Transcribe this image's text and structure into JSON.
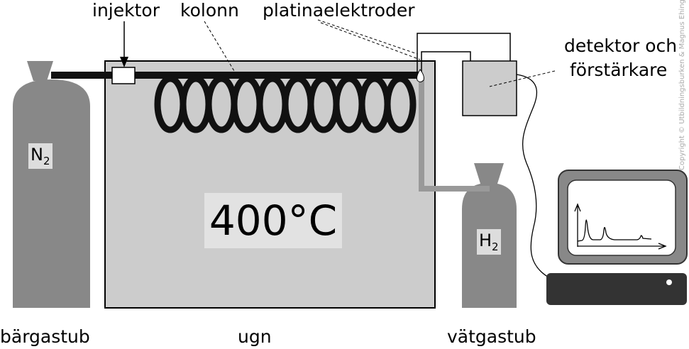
{
  "labels": {
    "injector": "injektor",
    "column": "kolonn",
    "electrodes": "platinaelektroder",
    "detector_line1": "detektor och",
    "detector_line2": "förstärkare",
    "carrier_gas_tube": "bärgastub",
    "oven": "ugn",
    "hydrogen_tube": "vätgastub"
  },
  "oven_temperature": "400°C",
  "carrier_gas": {
    "symbol": "N",
    "subscript": "2"
  },
  "hydrogen_gas": {
    "symbol": "H",
    "subscript": "2"
  },
  "copyright": "Copyright © Utbildningsburken & Magnus Ehinger",
  "colors": {
    "oven": "#cccccc",
    "cylinder": "#888888",
    "column": "#111111",
    "h2_pipe": "#999999",
    "computer_base": "#333333"
  }
}
